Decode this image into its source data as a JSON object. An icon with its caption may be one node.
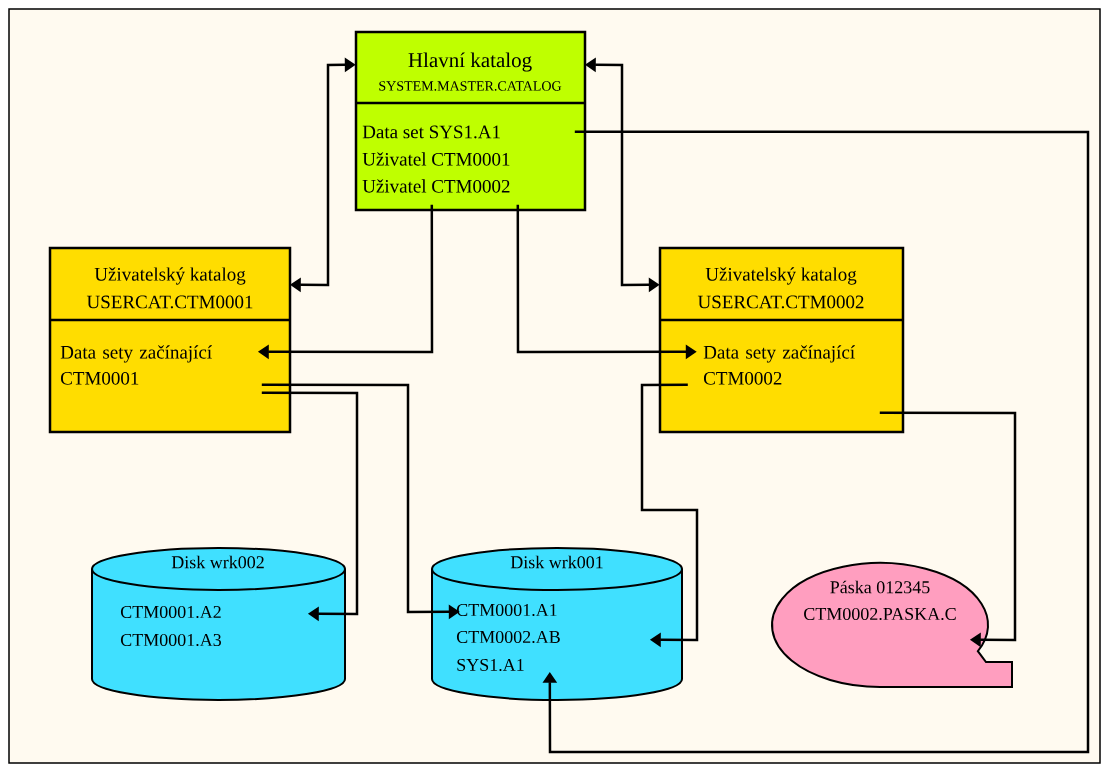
{
  "diagram": {
    "nodes": [
      {
        "text": [
          "Hlavní katalog",
          "SYSTEM.MASTER.CATALOG",
          "Data set SYS1.A1",
          "Uživatel CTM0001",
          "Uživatel CTM0002"
        ]
      },
      {
        "text": [
          "Uživatelský katalog",
          "USERCAT.CTM0001",
          "Data sety začínající CTM0001"
        ]
      },
      {
        "text": [
          "Uživatelský katalog",
          "USERCAT.CTM0002",
          "Data sety začínající CTM0002"
        ]
      },
      {
        "text": [
          "Disk wrk002",
          "CTM0001.A2",
          "CTM0001.A3"
        ]
      },
      {
        "text": [
          "Disk wrk001",
          "CTM0001.A1",
          "CTM0002.AB",
          "SYS1.A1"
        ]
      },
      {
        "text": [
          "Páska 012345",
          "CTM0002.PASKA.C"
        ]
      }
    ],
    "edges": [
      {
        "from": 0,
        "to": 1,
        "arrow": "both"
      },
      {
        "from": 0,
        "to": 2,
        "arrow": "both"
      },
      {
        "from": 0,
        "to": 1,
        "arrow": "to"
      },
      {
        "from": 0,
        "to": 2,
        "arrow": "to"
      },
      {
        "from": 0,
        "to": 4,
        "arrow": "to"
      },
      {
        "from": 1,
        "to": 3,
        "arrow": "to"
      },
      {
        "from": 1,
        "to": 4,
        "arrow": "to"
      },
      {
        "from": 2,
        "to": 4,
        "arrow": "to"
      },
      {
        "from": 2,
        "to": 5,
        "arrow": "to"
      }
    ]
  }
}
